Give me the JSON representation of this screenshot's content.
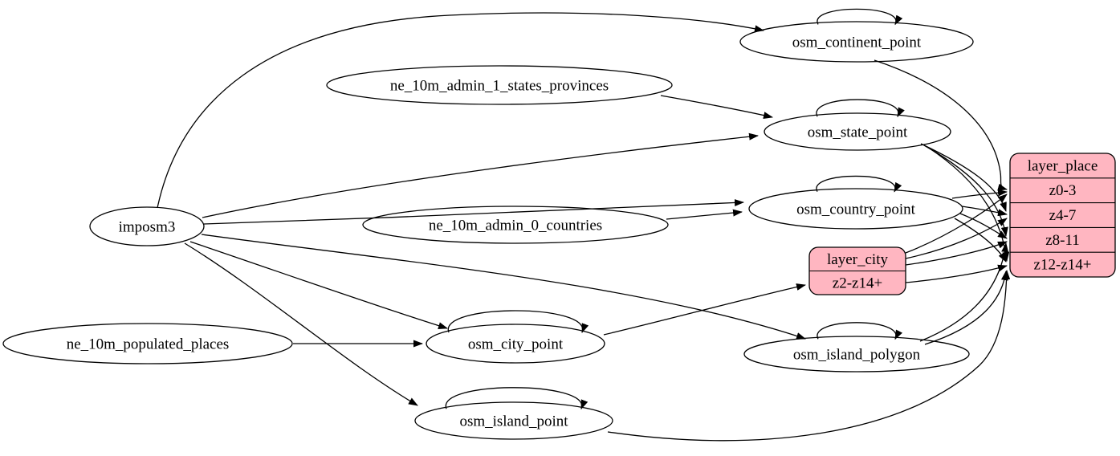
{
  "diagram": {
    "background": "#ffffff",
    "ellipse_fill": "#ffffff",
    "record_fill": "#ffb6c1",
    "stroke_color": "#000000",
    "nodes": [
      {
        "id": "imposm3",
        "shape": "ellipse",
        "label": "imposm3"
      },
      {
        "id": "ne_10m_admin_1_states_provinces",
        "shape": "ellipse",
        "label": "ne_10m_admin_1_states_provinces"
      },
      {
        "id": "ne_10m_admin_0_countries",
        "shape": "ellipse",
        "label": "ne_10m_admin_0_countries"
      },
      {
        "id": "ne_10m_populated_places",
        "shape": "ellipse",
        "label": "ne_10m_populated_places"
      },
      {
        "id": "osm_continent_point",
        "shape": "ellipse",
        "label": "osm_continent_point"
      },
      {
        "id": "osm_state_point",
        "shape": "ellipse",
        "label": "osm_state_point"
      },
      {
        "id": "osm_country_point",
        "shape": "ellipse",
        "label": "osm_country_point"
      },
      {
        "id": "osm_city_point",
        "shape": "ellipse",
        "label": "osm_city_point"
      },
      {
        "id": "osm_island_polygon",
        "shape": "ellipse",
        "label": "osm_island_polygon"
      },
      {
        "id": "osm_island_point",
        "shape": "ellipse",
        "label": "osm_island_point"
      },
      {
        "id": "layer_city",
        "shape": "record",
        "title": "layer_city",
        "rows": [
          "z2-z14+"
        ]
      },
      {
        "id": "layer_place",
        "shape": "record",
        "title": "layer_place",
        "rows": [
          "z0-3",
          "z4-7",
          "z8-11",
          "z12-z14+"
        ]
      }
    ],
    "edges": [
      {
        "from": "imposm3",
        "to": "osm_continent_point"
      },
      {
        "from": "imposm3",
        "to": "osm_state_point"
      },
      {
        "from": "imposm3",
        "to": "osm_country_point"
      },
      {
        "from": "imposm3",
        "to": "osm_city_point"
      },
      {
        "from": "imposm3",
        "to": "osm_island_polygon"
      },
      {
        "from": "imposm3",
        "to": "osm_island_point"
      },
      {
        "from": "ne_10m_admin_1_states_provinces",
        "to": "osm_state_point"
      },
      {
        "from": "ne_10m_admin_0_countries",
        "to": "osm_country_point"
      },
      {
        "from": "ne_10m_populated_places",
        "to": "osm_city_point"
      },
      {
        "from": "osm_continent_point",
        "to": "osm_continent_point"
      },
      {
        "from": "osm_state_point",
        "to": "osm_state_point"
      },
      {
        "from": "osm_country_point",
        "to": "osm_country_point"
      },
      {
        "from": "osm_city_point",
        "to": "osm_city_point"
      },
      {
        "from": "osm_island_polygon",
        "to": "osm_island_polygon"
      },
      {
        "from": "osm_island_point",
        "to": "osm_island_point"
      },
      {
        "from": "osm_continent_point",
        "to": "layer_place",
        "to_row": "z0-3"
      },
      {
        "from": "osm_country_point",
        "to": "layer_place",
        "to_row": "z0-3"
      },
      {
        "from": "osm_country_point",
        "to": "layer_place",
        "to_row": "z4-7"
      },
      {
        "from": "osm_country_point",
        "to": "layer_place",
        "to_row": "z8-11"
      },
      {
        "from": "osm_country_point",
        "to": "layer_place",
        "to_row": "z12-z14+"
      },
      {
        "from": "osm_state_point",
        "to": "layer_place",
        "to_row": "z4-7"
      },
      {
        "from": "osm_state_point",
        "to": "layer_place",
        "to_row": "z8-11"
      },
      {
        "from": "osm_state_point",
        "to": "layer_place",
        "to_row": "z12-z14+"
      },
      {
        "from": "osm_city_point",
        "to": "layer_city",
        "to_row": "z2-z14+"
      },
      {
        "from": "layer_city",
        "to": "layer_place",
        "to_row": "z0-3"
      },
      {
        "from": "layer_city",
        "to": "layer_place",
        "to_row": "z4-7"
      },
      {
        "from": "layer_city",
        "to": "layer_place",
        "to_row": "z8-11"
      },
      {
        "from": "layer_city",
        "to": "layer_place",
        "to_row": "z12-z14+"
      },
      {
        "from": "osm_island_polygon",
        "to": "layer_place",
        "to_row": "z8-11"
      },
      {
        "from": "osm_island_polygon",
        "to": "layer_place",
        "to_row": "z12-z14+"
      },
      {
        "from": "osm_island_point",
        "to": "layer_place",
        "to_row": "z12-z14+"
      }
    ]
  }
}
